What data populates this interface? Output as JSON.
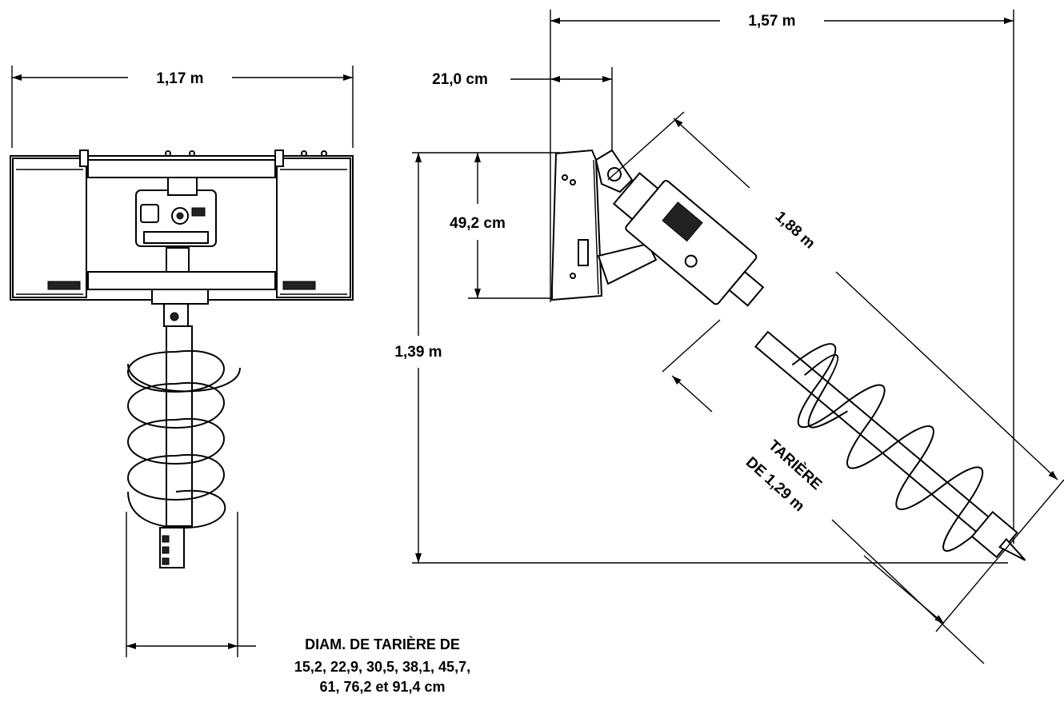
{
  "front_view": {
    "width_label": "1,17 m",
    "auger_diameter_title": "DIAM. DE TARIÈRE DE",
    "auger_diameter_values_1": "15,2, 22,9, 30,5, 38,1, 45,7,",
    "auger_diameter_values_2": "61, 76,2 et 91,4 cm"
  },
  "side_view": {
    "overall_width_label": "1,57 m",
    "offset_label": "21,0 cm",
    "plate_height_label": "49,2 cm",
    "overall_height_label": "1,39 m",
    "overall_length_label": "1,88 m",
    "auger_length_label_1": "TARIÈRE",
    "auger_length_label_2": "DE 1,29 m"
  },
  "colors": {
    "line": "#000000",
    "background": "#ffffff"
  }
}
